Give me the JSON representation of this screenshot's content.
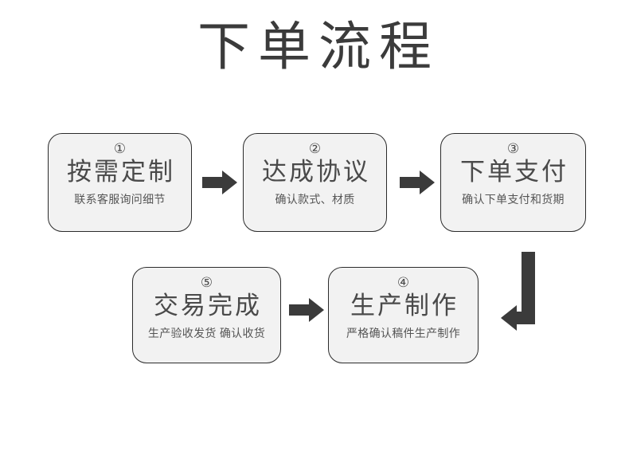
{
  "page": {
    "title": "下单流程",
    "background_color": "#ffffff",
    "card_fill_color": "#f2f2f2",
    "card_border_color": "#2b2b2b",
    "text_color": "#4a4a4a",
    "arrow_color": "#3b3b3b"
  },
  "steps": [
    {
      "number": "①",
      "number_value": "1",
      "title": "按需定制",
      "subtitle": "联系客服询问细节"
    },
    {
      "number": "②",
      "number_value": "2",
      "title": "达成协议",
      "subtitle": "确认款式、材质"
    },
    {
      "number": "③",
      "number_value": "3",
      "title": "下单支付",
      "subtitle": "确认下单支付和货期"
    },
    {
      "number": "④",
      "number_value": "4",
      "title": "生产制作",
      "subtitle": "严格确认稿件生产制作"
    },
    {
      "number": "⑤",
      "number_value": "5",
      "title": "交易完成",
      "subtitle": "生产验收发货 确认收货"
    }
  ],
  "connectors": [
    {
      "name": "arrow-step1-to-step2",
      "direction": "right"
    },
    {
      "name": "arrow-step2-to-step3",
      "direction": "right"
    },
    {
      "name": "arrow-step3-to-step4",
      "direction": "down-then-left"
    },
    {
      "name": "arrow-step4-to-step5",
      "direction": "right"
    }
  ]
}
